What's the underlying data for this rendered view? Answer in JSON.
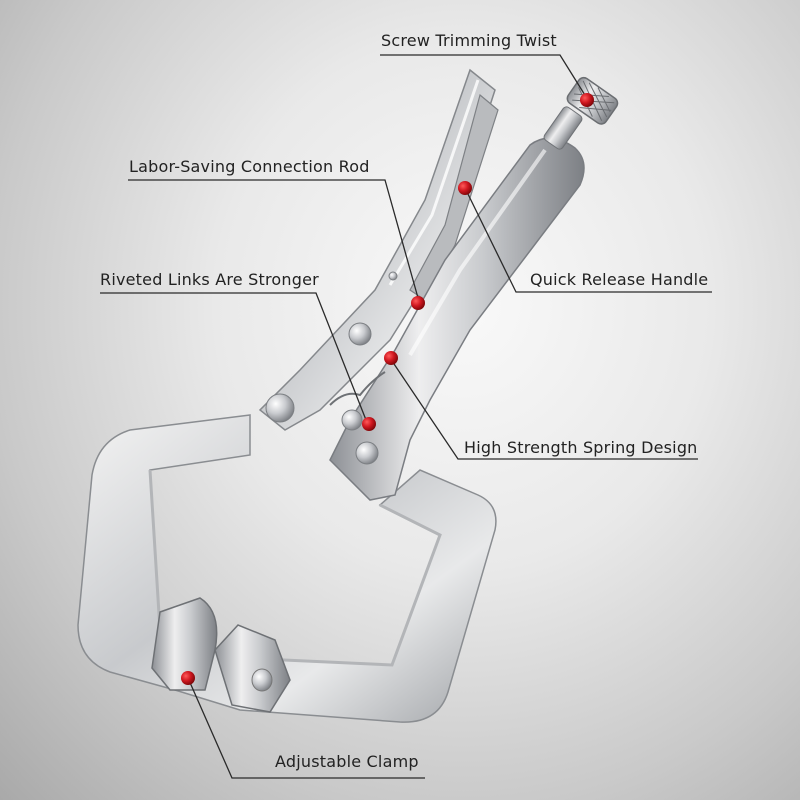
{
  "product": {
    "name": "C-clamp locking pliers",
    "hotspot_color": "#c0141c",
    "leader_color": "#2a2a2a"
  },
  "callouts": {
    "screw_trimming_twist": "Screw Trimming Twist",
    "labor_saving_connection_rod": "Labor-Saving Connection Rod",
    "riveted_links": "Riveted Links Are Stronger",
    "quick_release_handle": "Quick Release Handle",
    "high_strength_spring": "High Strength Spring Design",
    "adjustable_clamp": "Adjustable Clamp"
  }
}
